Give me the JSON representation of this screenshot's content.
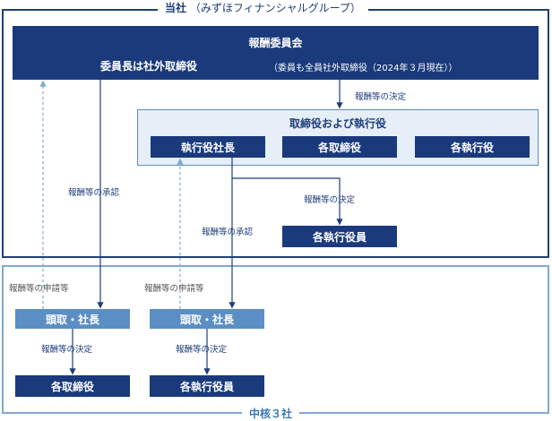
{
  "frames": {
    "top": {
      "title": "当社",
      "subtitle": "（みずほフィナンシャルグループ）"
    },
    "bottom": {
      "title": "中核３社"
    }
  },
  "committee": {
    "title": "報酬委員会",
    "chair": "委員長は社外取締役",
    "note": "（委員も全員社外取締役（2024年３月現在））"
  },
  "board_group": {
    "title": "取締役および執行役",
    "president": "執行役社長",
    "directors": "各取締役",
    "officers": "各執行役"
  },
  "executive_officers": "各執行役員",
  "subsidiaries": {
    "left": {
      "head": "頭取・社長",
      "target": "各取締役"
    },
    "right": {
      "head": "頭取・社長",
      "target": "各執行役員"
    }
  },
  "labels": {
    "decision": "報酬等の決定",
    "approval": "報酬等の承認",
    "application": "報酬等の申請等"
  },
  "colors": {
    "dark": "#1a3a7c",
    "mid": "#5b8ec4",
    "light": "#e6eef8",
    "frame_bottom": "#7fa8d4",
    "dashed": "#7fa8d4"
  }
}
